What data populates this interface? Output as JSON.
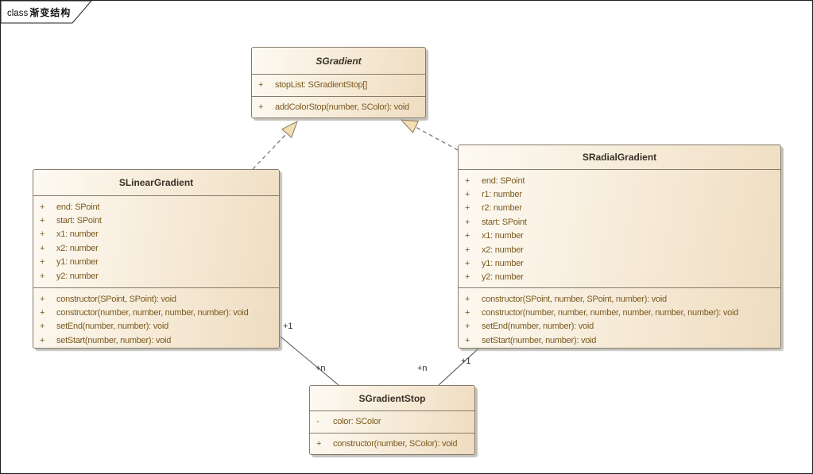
{
  "frame": {
    "keyword": "class",
    "title": "渐变结构"
  },
  "classes": {
    "sgradient": {
      "name": "SGradient",
      "attributes": [
        {
          "vis": "+",
          "text": "stopList: SGradientStop[]"
        }
      ],
      "operations": [
        {
          "vis": "+",
          "text": "addColorStop(number, SColor): void"
        }
      ]
    },
    "slinear": {
      "name": "SLinearGradient",
      "attributes": [
        {
          "vis": "+",
          "text": "end: SPoint"
        },
        {
          "vis": "+",
          "text": "start: SPoint"
        },
        {
          "vis": "+",
          "text": "x1: number"
        },
        {
          "vis": "+",
          "text": "x2: number"
        },
        {
          "vis": "+",
          "text": "y1: number"
        },
        {
          "vis": "+",
          "text": "y2: number"
        }
      ],
      "operations": [
        {
          "vis": "+",
          "text": "constructor(SPoint, SPoint): void"
        },
        {
          "vis": "+",
          "text": "constructor(number, number, number, number): void"
        },
        {
          "vis": "+",
          "text": "setEnd(number, number): void"
        },
        {
          "vis": "+",
          "text": "setStart(number, number): void"
        }
      ]
    },
    "sradial": {
      "name": "SRadialGradient",
      "attributes": [
        {
          "vis": "+",
          "text": "end: SPoint"
        },
        {
          "vis": "+",
          "text": "r1: number"
        },
        {
          "vis": "+",
          "text": "r2: number"
        },
        {
          "vis": "+",
          "text": "start: SPoint"
        },
        {
          "vis": "+",
          "text": "x1: number"
        },
        {
          "vis": "+",
          "text": "x2: number"
        },
        {
          "vis": "+",
          "text": "y1: number"
        },
        {
          "vis": "+",
          "text": "y2: number"
        }
      ],
      "operations": [
        {
          "vis": "+",
          "text": "constructor(SPoint, number, SPoint, number): void"
        },
        {
          "vis": "+",
          "text": "constructor(number, number, number, number, number, number): void"
        },
        {
          "vis": "+",
          "text": "setEnd(number, number): void"
        },
        {
          "vis": "+",
          "text": "setStart(number, number): void"
        }
      ]
    },
    "sstop": {
      "name": "SGradientStop",
      "attributes": [
        {
          "vis": "-",
          "text": "color: SColor"
        }
      ],
      "operations": [
        {
          "vis": "+",
          "text": "constructor(number, SColor): void"
        }
      ]
    }
  },
  "connectors": {
    "linear_to_stop": {
      "source_mult": "+1",
      "target_mult": "+n"
    },
    "radial_to_stop": {
      "source_mult": "+1",
      "target_mult": "+n"
    }
  },
  "colors": {
    "box_fill_light": "#fdfaf3",
    "box_fill_dark": "#eedcc0",
    "box_border": "#867c6b",
    "title_text": "#3a3026",
    "member_text": "#7b5a20",
    "connector_line": "#6e6e6e",
    "triangle_fill": "#f3ddb2",
    "triangle_border": "#8a7a58",
    "frame_border": "#1f1f1f",
    "background": "#ffffff"
  }
}
